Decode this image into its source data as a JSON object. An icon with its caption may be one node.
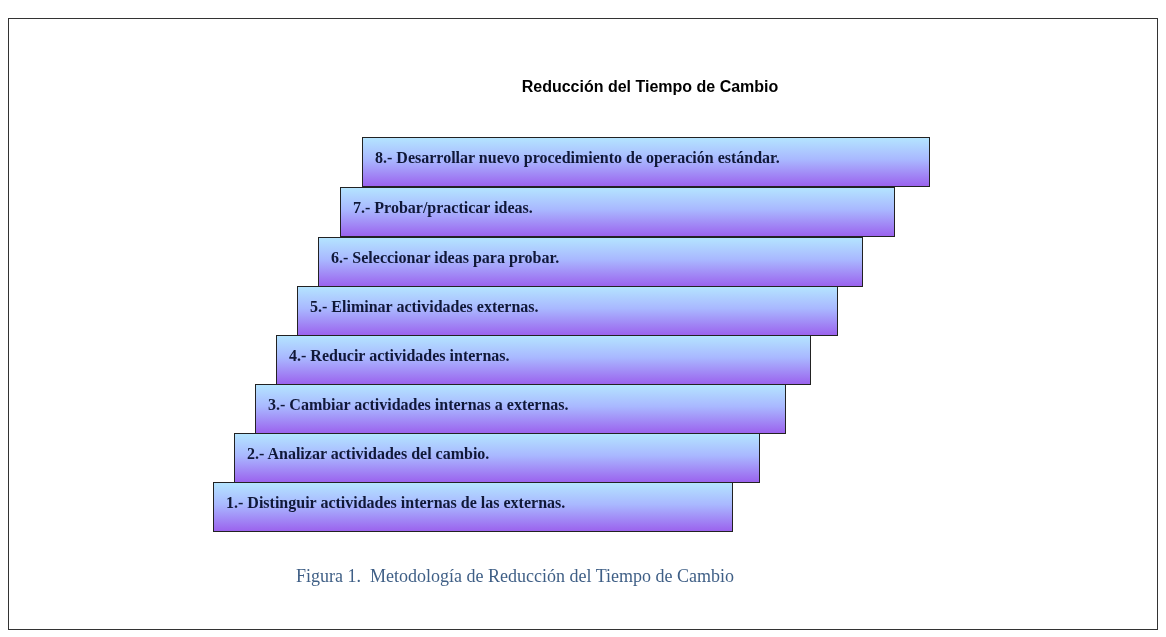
{
  "diagram": {
    "title": "Reducción del Tiempo de Cambio",
    "caption": "Figura 1.  Metodología de Reducción del Tiempo de Cambio",
    "nodes": [
      {
        "text": [
          "8.- Desarrollar nuevo procedimiento de operación estándar."
        ]
      },
      {
        "text": [
          "7.- Probar/practicar ideas."
        ]
      },
      {
        "text": [
          "6.- Seleccionar ideas para probar."
        ]
      },
      {
        "text": [
          "5.- Eliminar actividades externas."
        ]
      },
      {
        "text": [
          "4.- Reducir actividades internas."
        ]
      },
      {
        "text": [
          "3.- Cambiar actividades internas a externas."
        ]
      },
      {
        "text": [
          "2.- Analizar actividades del cambio."
        ]
      },
      {
        "text": [
          "1.- Distinguir actividades internas de las externas."
        ]
      }
    ],
    "edges": []
  }
}
